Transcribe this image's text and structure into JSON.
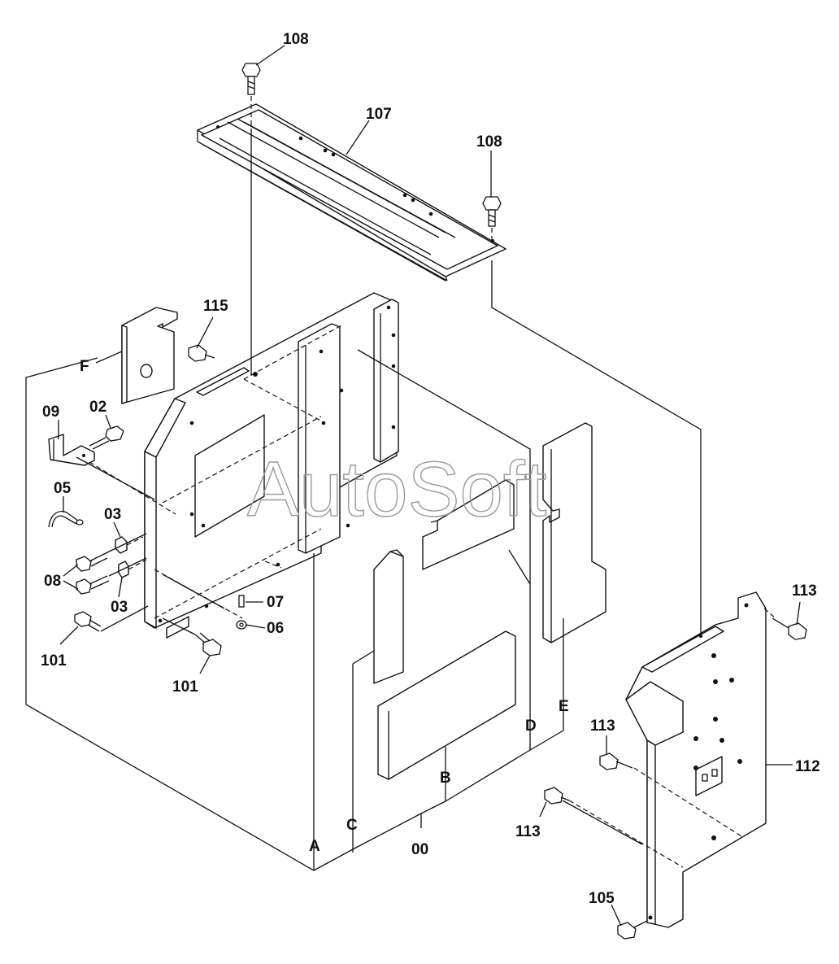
{
  "watermark": "AutoSoft",
  "labels": {
    "l108a": "108",
    "l108b": "108",
    "l107": "107",
    "l115": "115",
    "lF": "F",
    "l09": "09",
    "l02": "02",
    "l05": "05",
    "l03a": "03",
    "l03b": "03",
    "l08": "08",
    "l07": "07",
    "l06": "06",
    "l101a": "101",
    "l101b": "101",
    "lA": "A",
    "lB": "B",
    "lC": "C",
    "lD": "D",
    "lE": "E",
    "l00": "00",
    "l113a": "113",
    "l113b": "113",
    "l113c": "113",
    "l112": "112",
    "l105": "105"
  }
}
